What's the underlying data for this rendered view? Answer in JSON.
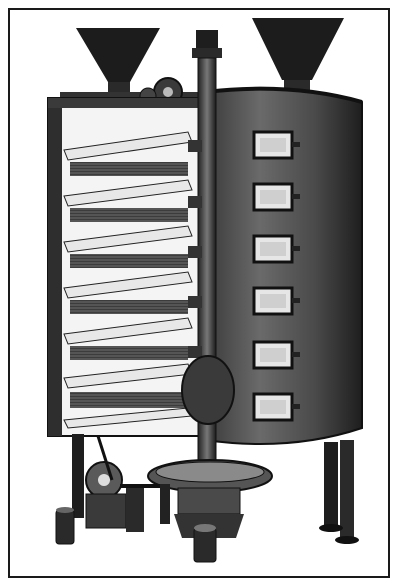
{
  "illustration": {
    "subject": "engraving",
    "palette": {
      "ink": "#151515",
      "metal_dark": "#2b2b2b",
      "metal_mid": "#6e6e6e",
      "metal_light": "#d9d9d9",
      "paper": "#ffffff"
    },
    "shelves": 7,
    "doors": 6
  }
}
